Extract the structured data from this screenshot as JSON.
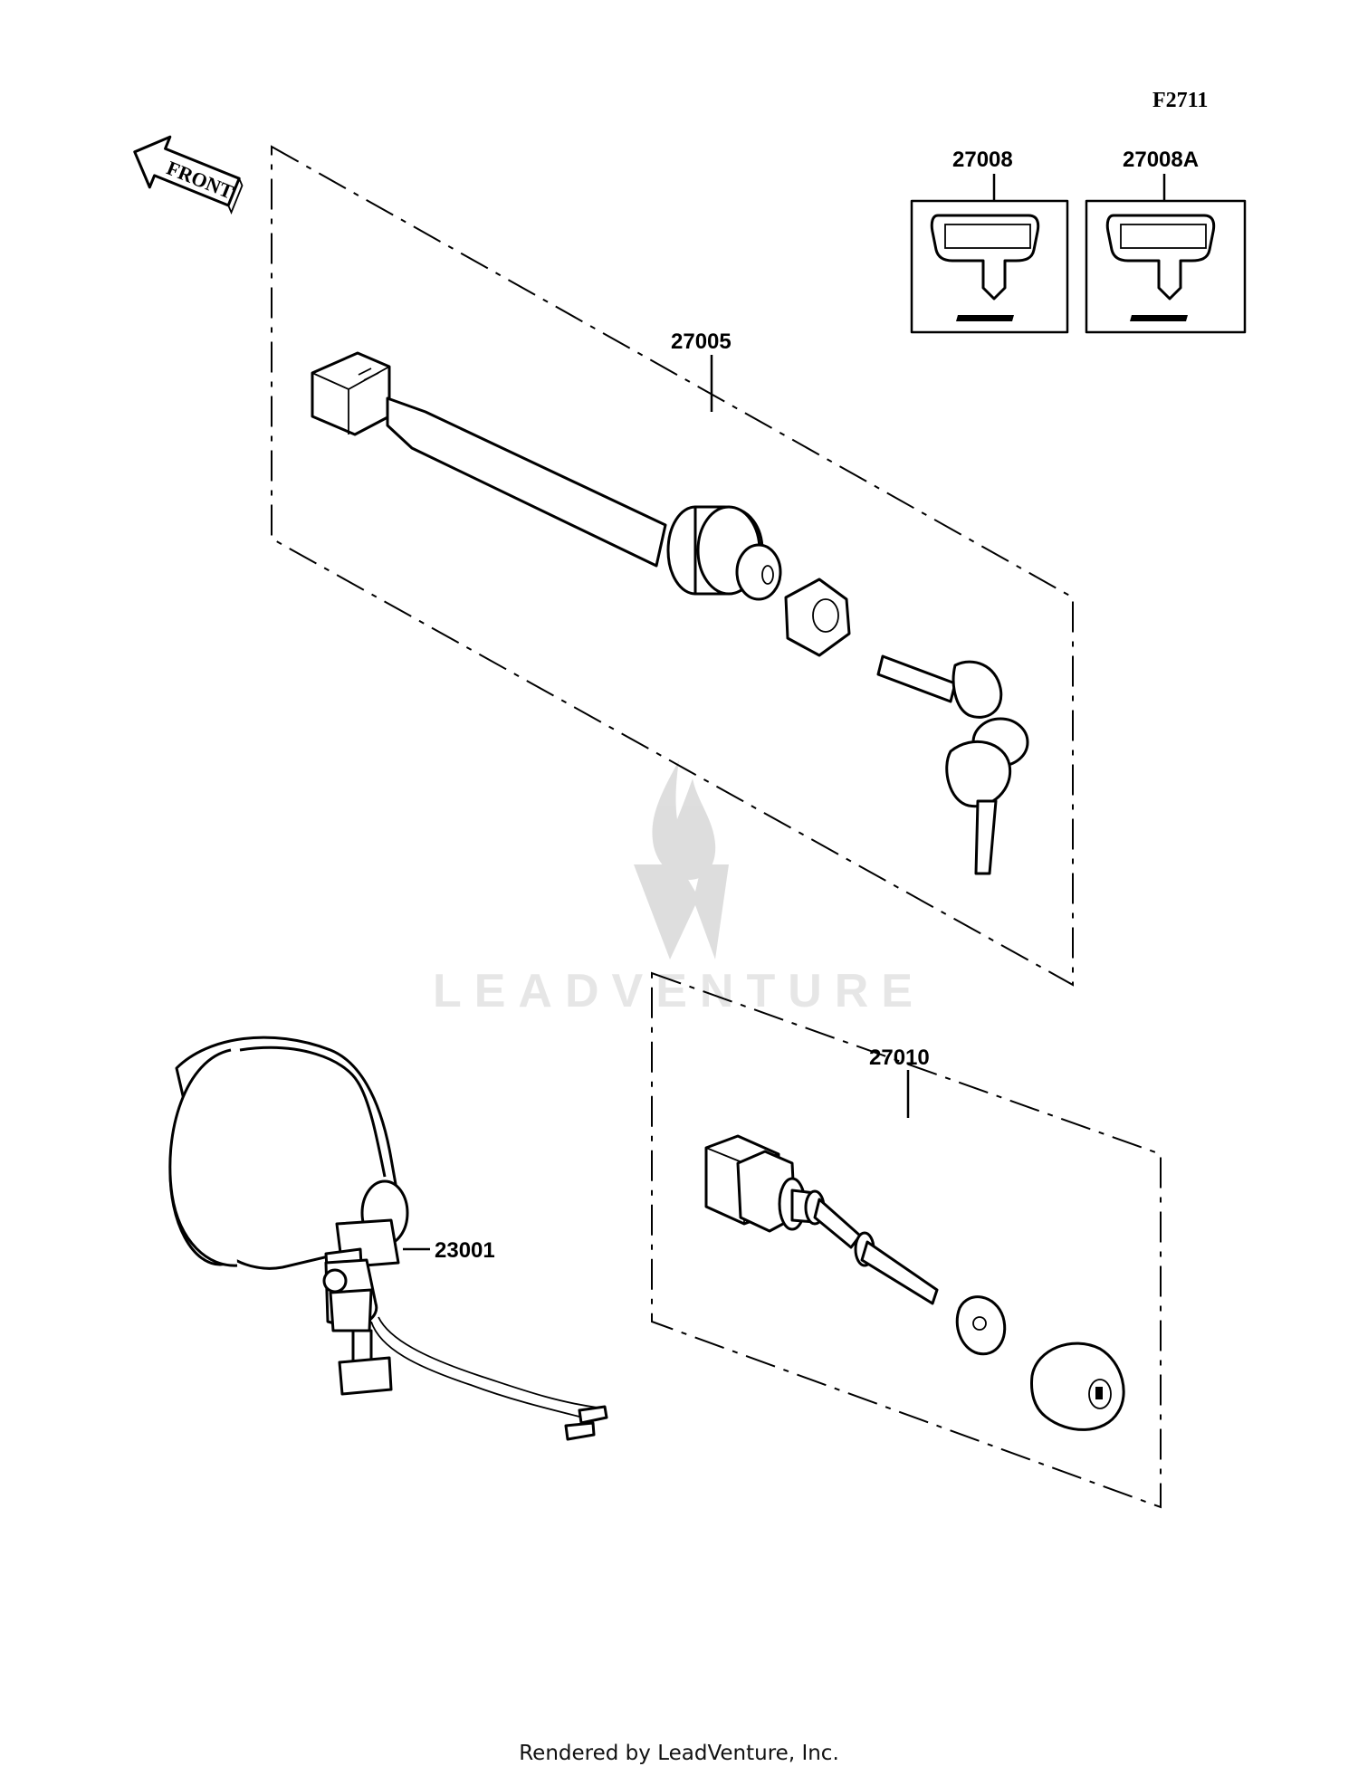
{
  "diagram_code": "F2711",
  "front_label": "FRONT",
  "parts": [
    {
      "number": "27005"
    },
    {
      "number": "27008"
    },
    {
      "number": "27008A"
    },
    {
      "number": "27010"
    },
    {
      "number": "23001"
    }
  ],
  "watermark": "LEADVENTURE",
  "footer": "Rendered by LeadVenture, Inc."
}
